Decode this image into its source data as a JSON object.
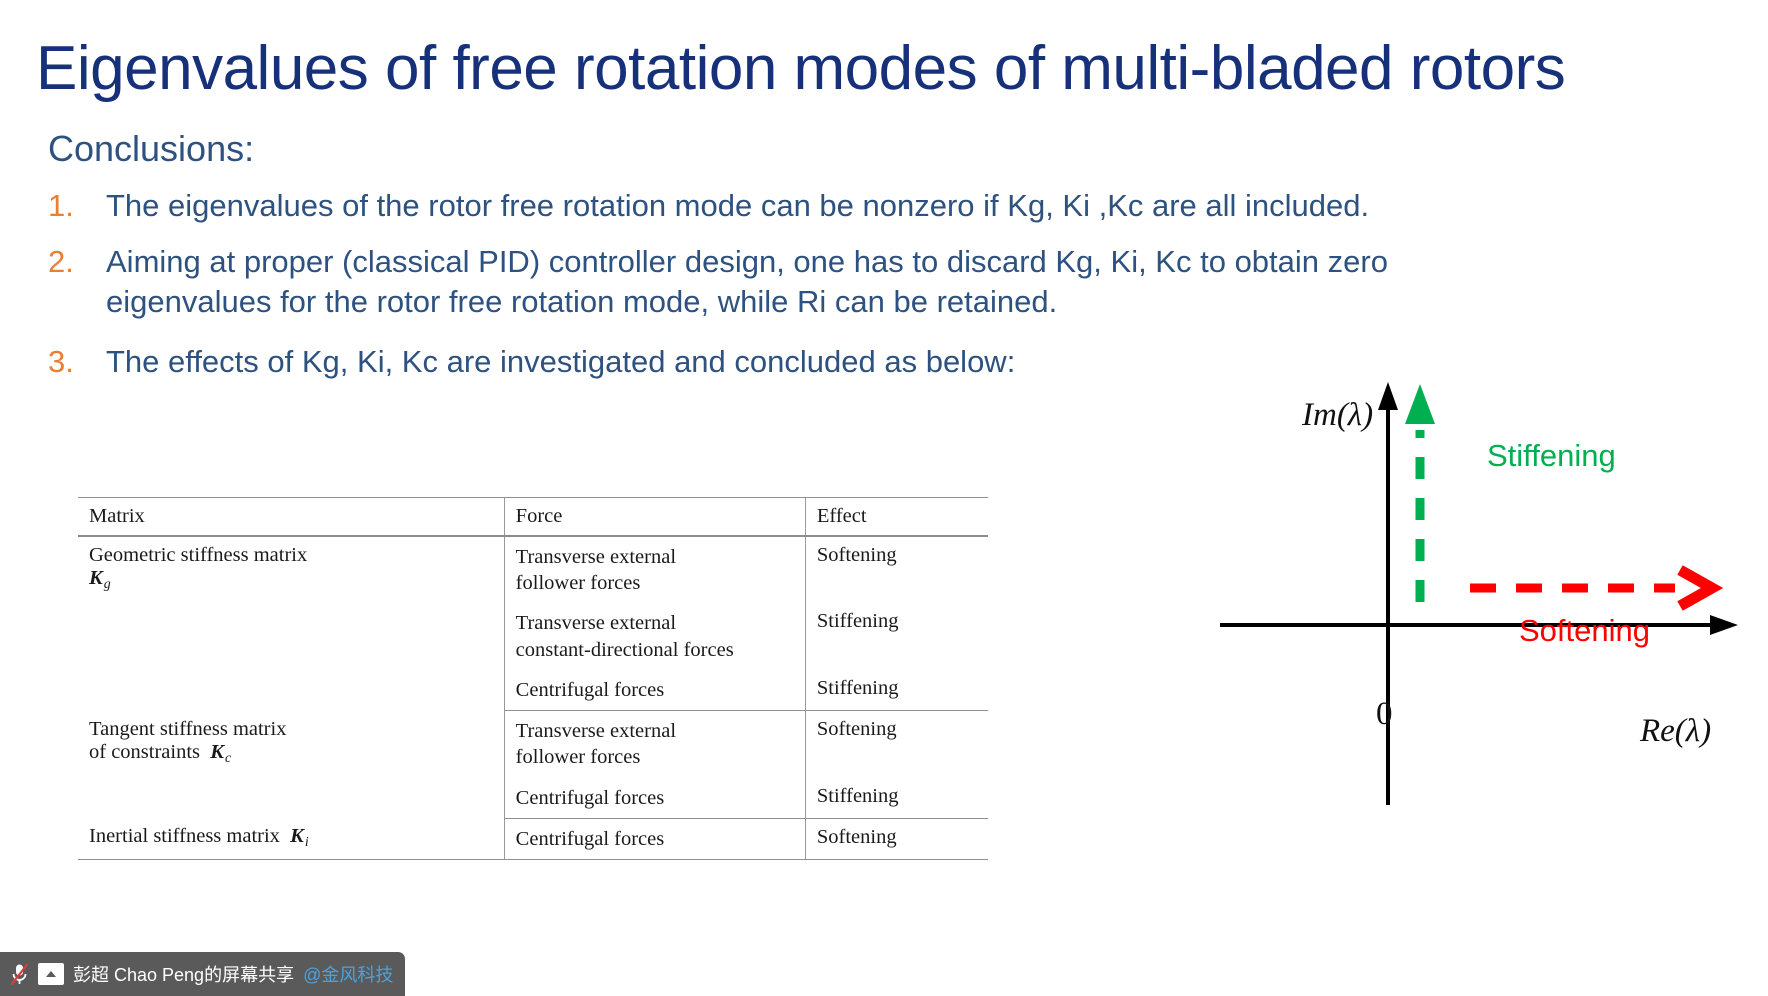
{
  "slide": {
    "title": "Eigenvalues of free rotation modes of multi-bladed rotors",
    "conclusions_heading": "Conclusions:",
    "accent_title_color": "#16307a",
    "accent_body_color": "#2e5280",
    "accent_number_color": "#ed7d31"
  },
  "list": [
    {
      "num": "1.",
      "text": "The eigenvalues of the rotor free rotation mode can be nonzero if Kg, Ki ,Kc are all included."
    },
    {
      "num": "2.",
      "text": "Aiming at proper (classical PID) controller design, one has to discard Kg, Ki, Kc to obtain zero eigenvalues for the rotor free rotation mode, while Ri can be retained."
    },
    {
      "num": "3.",
      "text": "The effects of Kg, Ki, Kc are investigated and concluded as below:"
    }
  ],
  "table": {
    "headers": [
      "Matrix",
      "Force",
      "Effect"
    ],
    "groups": [
      {
        "matrix_name": "Geometric stiffness matrix",
        "matrix_symbol": "K",
        "matrix_subscript": "g",
        "rows": [
          {
            "force": [
              "Transverse external",
              "follower forces"
            ],
            "effect": "Softening"
          },
          {
            "force": [
              "Transverse external",
              "constant-directional forces"
            ],
            "effect": "Stiffening"
          },
          {
            "force": [
              "Centrifugal forces"
            ],
            "effect": "Stiffening"
          }
        ]
      },
      {
        "matrix_name": "Tangent stiffness matrix",
        "matrix_name2": "of constraints",
        "matrix_symbol": "K",
        "matrix_subscript": "c",
        "rows": [
          {
            "force": [
              "Transverse external",
              "follower forces"
            ],
            "effect": "Softening"
          },
          {
            "force": [
              "Centrifugal forces"
            ],
            "effect": "Stiffening"
          }
        ]
      },
      {
        "matrix_name": "Inertial stiffness matrix",
        "matrix_symbol": "K",
        "matrix_subscript": "i",
        "rows": [
          {
            "force": [
              "Centrifugal forces"
            ],
            "effect": "Softening"
          }
        ]
      }
    ]
  },
  "diagram": {
    "im_label": "Im(λ)",
    "re_label": "Re(λ)",
    "origin_label": "0",
    "stiffening_label": "Stiffening",
    "softening_label": "Softening",
    "stiffening_color": "#00b050",
    "softening_color": "#ff0000",
    "axis_color": "#000000"
  },
  "sharebar": {
    "presenter": "彭超 Chao Peng的屏幕共享",
    "org": "@金风科技",
    "mic_icon": "mic-muted-icon",
    "screen_icon": "screen-share-icon",
    "bg": "#5a5a5a"
  }
}
